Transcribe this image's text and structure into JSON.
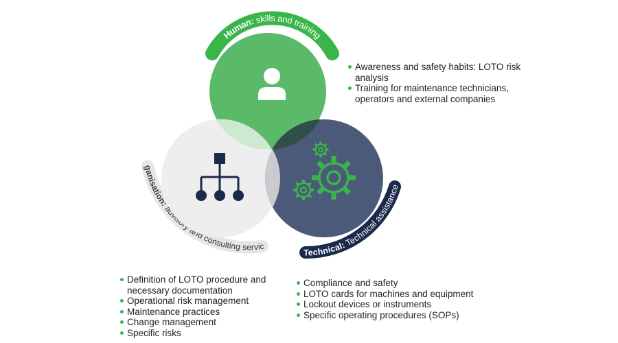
{
  "colors": {
    "human": "#5aba69",
    "human_arc": "#39b54a",
    "organisation": "#eeeeee",
    "organisation_arc": "#e6e6e6",
    "technical": "#3d4e6e",
    "technical_arc": "#1b2a4a",
    "icon_dark": "#1b2a4a",
    "icon_green": "#39b54a",
    "bullet": "#39b54a"
  },
  "human": {
    "label_bold": "Human:",
    "label_rest": " skills and training",
    "icon": "person-icon",
    "bullets": [
      "Awareness and safety habits: LOTO risk analysis",
      "Training for maintenance technicians, operators and external companies"
    ]
  },
  "organisation": {
    "label_bold": "Organisation:",
    "label_rest": " advisory and consulting services",
    "icon": "org-chart-icon",
    "bullets": [
      "Definition of LOTO procedure and necessary documentation",
      "Operational risk management",
      "Maintenance practices",
      "Change management",
      "Specific risks"
    ]
  },
  "technical": {
    "label_bold": "Technical:",
    "label_rest": " Technical assistance",
    "icon": "gears-icon",
    "bullets": [
      "Compliance and safety",
      "LOTO cards for machines and equipment",
      "Lockout devices or instruments",
      "Specific operating procedures (SOPs)"
    ]
  }
}
